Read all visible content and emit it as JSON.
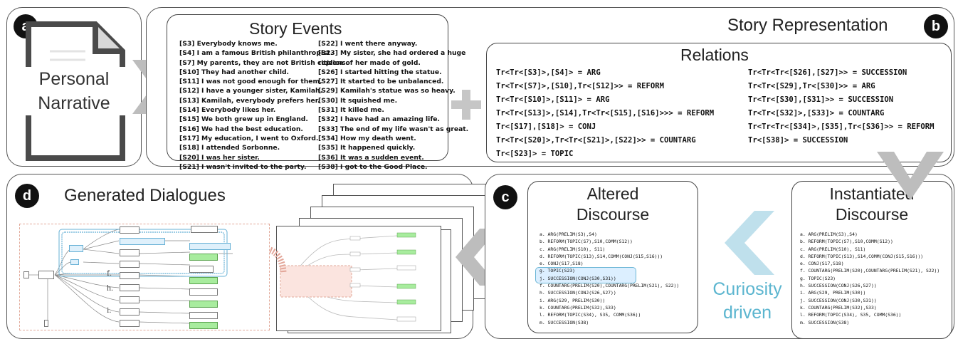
{
  "panel_a": {
    "badge": "a",
    "document_lines": [
      "Personal",
      "Narrative"
    ]
  },
  "story_events": {
    "title": "Story Events",
    "left_column": [
      "[S3] Everybody knows me.",
      "[S4] I am a famous British philanthropist.",
      "[S7] My parents, they are not British citizens.",
      "[S10] They had another child.",
      "[S11] I was not good enough for them.",
      "[S12] I have a younger sister, Kamilah.",
      "[S13] Kamilah, everybody prefers her.",
      "[S14] Everybody likes her.",
      "[S15] We both grew up in England.",
      "[S16] We had the best education.",
      "[S17] My education, I went to Oxford.",
      "[S18] I attended Sorbonne.",
      "[S20] I was her sister.",
      "[S21] I wasn't invited to the party."
    ],
    "right_column": [
      "[S22] I went there anyway.",
      "[S23] My sister, she had ordered a huge",
      "replica of her made of gold.",
      "[S26] I started hitting the statue.",
      "[S27] It started to be unbalanced.",
      "[S29] Kamilah's statue was so heavy.",
      "[S30] It squished me.",
      "[S31] It killed me.",
      "[S32] I have had an amazing life.",
      "[S33] The end of my life wasn't as great.",
      "[S34] How my death went.",
      "[S35] It happened quickly.",
      "[S36] It was a sudden event.",
      "[S38] I got to the Good Place."
    ]
  },
  "story_representation": {
    "title": "Story Representation",
    "badge": "b",
    "relations_title": "Relations",
    "relations_left": [
      "Tr<Tr<[S3]>,[S4]> = ARG",
      "Tr<Tr<[S7]>,[S10],Tr<[S12]>> = REFORM",
      "Tr<Tr<[S10]>,[S11]> = ARG",
      "Tr<Tr<[S13]>,[S14],Tr<Tr<[S15],[S16]>>> = REFORM",
      "Tr<[S17],[S18]> = CONJ",
      "Tr<Tr<[S20]>,Tr<Tr<[S21]>,[S22]>> = COUNTARG",
      "Tr<[S23]> = TOPIC"
    ],
    "relations_right": [
      "Tr<Tr<Tr<[S26],[S27]>> = SUCCESSION",
      "Tr<Tr<[S29],Tr<[S30]>> = ARG",
      "Tr<Tr<[S30],[S31]>> = SUCCESSION",
      "Tr<Tr<[S32]>,[S33]> = COUNTARG",
      "Tr<Tr<Tr<[S34]>,[S35],Tr<[S36]>> = REFORM",
      "Tr<[S38]> = SUCCESSION"
    ]
  },
  "generated_dialogues": {
    "badge": "d",
    "title": "Generated Dialogues",
    "branch_letters": [
      "f.",
      "h.",
      "i."
    ]
  },
  "altered_discourse": {
    "badge": "c",
    "title_lines": [
      "Altered",
      "Discourse"
    ],
    "items": [
      "a. ARG(PRELIM(S3),S4)",
      "b. REFORM(TOPIC(S7),S10,COMM(S12))",
      "c. ARG(PRELIM(S10), S11)",
      "d. REFORM(TOPIC(S13),S14,COMM(CONJ(S15,S16)))",
      "e. CONJ(S17,S18)",
      "g. TOPIC(S23)",
      "j. SUCCESSION(CONJ(S30,S31))",
      "f. COUNTARG(PRELIM(S20),COUNTARG(PRELIM(S21), S22))",
      "h. SUCCESSION(CONJ(S26,S27))",
      "i. ARG(S29, PRELIM(S30))",
      "k. COUNTARG(PRELIM(S32),S33)",
      "l. REFORM(TOPIC(S34), S35, COMM(S36))",
      "m. SUCCESSION(S38)"
    ]
  },
  "instantiated_discourse": {
    "title_lines": [
      "Instantiated",
      "Discourse"
    ],
    "items": [
      "a. ARG(PRELIM(S3),S4)",
      "b. REFORM(TOPIC(S7),S10,COMM(S12))",
      "c. ARG(PRELIM(S10), S11)",
      "d. REFORM(TOPIC(S13),S14,COMM(CONJ(S15,S16)))",
      "e. CONJ(S17,S18)",
      "f. COUNTARG(PRELIM(S20),COUNTARG(PRELIM(S21), S22))",
      "g. TOPIC(S23)",
      "h. SUCCESSION(CONJ(S26,S27))",
      "i. ARG(S29, PRELIM(S30))",
      "j. SUCCESSION(CONJ(S30,S31))",
      "k. COUNTARG(PRELIM(S32),S33)",
      "l. REFORM(TOPIC(S34), S35, COMM(S36))",
      "m. SUCCESSION(S38)"
    ]
  },
  "curiosity_label": [
    "Curiosity",
    "driven"
  ],
  "colors": {
    "arrow_gray": "#bdbdbd",
    "curiosity_blue": "#5bb5cf",
    "chevron_blue": "#bfe0ec",
    "highlight_blue": "#dcefff",
    "dashed_salmon": "#e2a999",
    "node_green": "#a8ec9e"
  }
}
